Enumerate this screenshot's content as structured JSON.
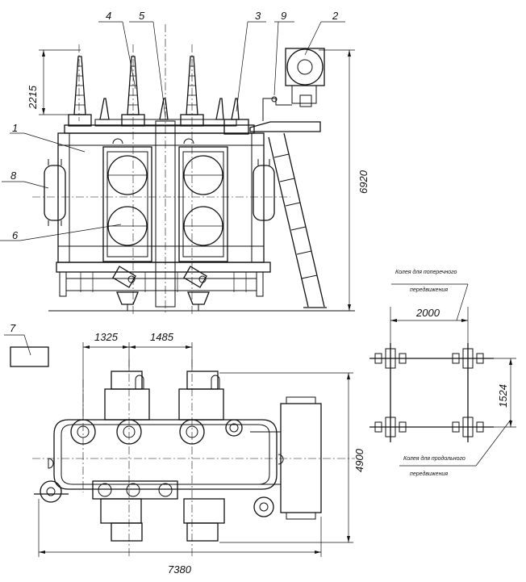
{
  "callouts": [
    "1",
    "2",
    "3",
    "4",
    "5",
    "6",
    "7",
    "8",
    "9"
  ],
  "dimensions": {
    "bushing_height": "2215",
    "total_height": "6920",
    "spacing_a": "1325",
    "spacing_b": "1485",
    "plan_width": "4900",
    "total_length": "7380",
    "gauge_transverse": "2000",
    "gauge_longitudinal": "1524"
  },
  "notes": {
    "transverse_line1": "Колея для поперечного",
    "transverse_line2": "передвижения",
    "longitudinal_line1": "Колея для продольного",
    "longitudinal_line2": "передвижения"
  }
}
